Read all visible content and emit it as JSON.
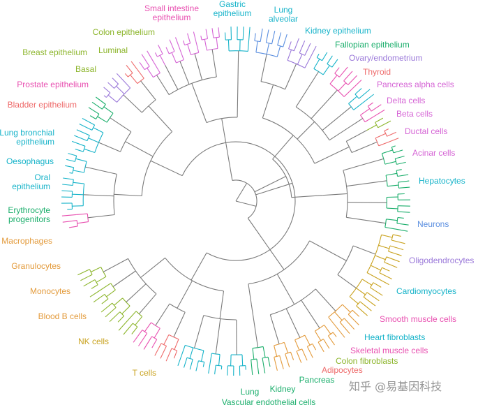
{
  "diagram": {
    "tree_color": "#7a7a7a",
    "clades": [
      {
        "id": "small-intestine",
        "lines": [
          "Small intestine",
          "epithelium"
        ],
        "color": "#e84fb0",
        "leaves": 3,
        "anchor": "middle"
      },
      {
        "id": "gastric",
        "lines": [
          "Gastric",
          "epithelium"
        ],
        "color": "#16b3c9",
        "leaves": 6,
        "anchor": "middle"
      },
      {
        "id": "lung-alveolar",
        "lines": [
          "Lung",
          "alveolar"
        ],
        "color": "#16b3c9",
        "leaves": 4,
        "anchor": "middle"
      },
      {
        "id": "kidney-epithelium",
        "lines": [
          "Kidney epithelium"
        ],
        "color": "#16b3c9",
        "leaves": 6,
        "anchor": "start"
      },
      {
        "id": "fallopian",
        "lines": [
          "Fallopian epithelium"
        ],
        "color": "#1aae6b",
        "leaves": 4,
        "anchor": "start"
      },
      {
        "id": "ovary",
        "lines": [
          "Ovary/endometrium"
        ],
        "color": "#9a78d9",
        "leaves": 5,
        "anchor": "start"
      },
      {
        "id": "thyroid",
        "lines": [
          "Thyroid"
        ],
        "color": "#ee6a6a",
        "leaves": 3,
        "anchor": "start"
      },
      {
        "id": "pancreas-alpha",
        "lines": [
          "Pancreas alpha cells"
        ],
        "color": "#d564d5",
        "leaves": 3,
        "anchor": "start"
      },
      {
        "id": "delta",
        "lines": [
          "Delta cells"
        ],
        "color": "#d564d5",
        "leaves": 2,
        "anchor": "start"
      },
      {
        "id": "beta",
        "lines": [
          "Beta cells"
        ],
        "color": "#d564d5",
        "leaves": 3,
        "anchor": "start"
      },
      {
        "id": "ductal",
        "lines": [
          "Ductal cells"
        ],
        "color": "#d564d5",
        "leaves": 3,
        "anchor": "start"
      },
      {
        "id": "acinar",
        "lines": [
          "Acinar cells"
        ],
        "color": "#d564d5",
        "leaves": 4,
        "anchor": "start"
      },
      {
        "id": "hepatocytes",
        "lines": [
          "Hepatocytes"
        ],
        "color": "#16b3c9",
        "leaves": 5,
        "anchor": "start"
      },
      {
        "id": "neurons",
        "lines": [
          "Neurons"
        ],
        "color": "#5b8fe0",
        "leaves": 6,
        "anchor": "start"
      },
      {
        "id": "oligodendrocytes",
        "lines": [
          "Oligodendrocytes"
        ],
        "color": "#9a78d9",
        "leaves": 5,
        "anchor": "start"
      },
      {
        "id": "cardiomyocytes",
        "lines": [
          "Cardiomyocytes"
        ],
        "color": "#16b3c9",
        "leaves": 4,
        "anchor": "start"
      },
      {
        "id": "smooth-muscle",
        "lines": [
          "Smooth muscle cells"
        ],
        "color": "#e84fb0",
        "leaves": 5,
        "anchor": "start"
      },
      {
        "id": "heart-fibroblasts",
        "lines": [
          "Heart fibroblasts"
        ],
        "color": "#16b3c9",
        "leaves": 3,
        "anchor": "start"
      },
      {
        "id": "skeletal-muscle",
        "lines": [
          "Skeletal muscle cells"
        ],
        "color": "#e84fb0",
        "leaves": 3,
        "anchor": "start"
      },
      {
        "id": "colon-fibroblasts",
        "lines": [
          "Colon fibroblasts"
        ],
        "color": "#8cb52b",
        "leaves": 2,
        "anchor": "start"
      },
      {
        "id": "adipocytes",
        "lines": [
          "Adipocytes"
        ],
        "color": "#ee6a6a",
        "leaves": 3,
        "anchor": "start"
      },
      {
        "id": "pancreas",
        "lines": [
          "Pancreas"
        ],
        "color": "#1aae6b",
        "leaves": 4,
        "anchor": "middle"
      },
      {
        "id": "kidney",
        "lines": [
          "Kidney"
        ],
        "color": "#1aae6b",
        "leaves": 4,
        "anchor": "middle"
      },
      {
        "id": "lung",
        "lines": [
          "Lung"
        ],
        "color": "#1aae6b",
        "leaves": 4,
        "anchor": "middle"
      },
      {
        "id": "vascular",
        "lines": [
          "Vascular endothelial cells"
        ],
        "color": "#1aae6b",
        "leaves": 3,
        "anchor": "middle"
      },
      {
        "id": "t-cells",
        "lines": [
          "T cells"
        ],
        "color": "#c9a21e",
        "leaves": 9,
        "anchor": "end"
      },
      {
        "id": "nk-cells",
        "lines": [
          "NK cells"
        ],
        "color": "#c9a21e",
        "leaves": 6,
        "anchor": "end"
      },
      {
        "id": "blood-b",
        "lines": [
          "Blood B cells"
        ],
        "color": "#e39a3a",
        "leaves": 5,
        "anchor": "end"
      },
      {
        "id": "monocytes",
        "lines": [
          "Monocytes"
        ],
        "color": "#e39a3a",
        "leaves": 4,
        "anchor": "end"
      },
      {
        "id": "granulocytes",
        "lines": [
          "Granulocytes"
        ],
        "color": "#e39a3a",
        "leaves": 4,
        "anchor": "end"
      },
      {
        "id": "macrophages",
        "lines": [
          "Macrophages"
        ],
        "color": "#e39a3a",
        "leaves": 4,
        "anchor": "end"
      },
      {
        "id": "erythrocyte",
        "lines": [
          "Erythrocyte",
          "progenitors"
        ],
        "color": "#1aae6b",
        "leaves": 4,
        "anchor": "end"
      },
      {
        "id": "oral",
        "lines": [
          "Oral",
          "epithelium"
        ],
        "color": "#16b3c9",
        "leaves": 4,
        "anchor": "end"
      },
      {
        "id": "oesophagus",
        "lines": [
          "Oesophagus"
        ],
        "color": "#16b3c9",
        "leaves": 3,
        "anchor": "end"
      },
      {
        "id": "lung-bronchial",
        "lines": [
          "Lung bronchial",
          "epithelium"
        ],
        "color": "#16b3c9",
        "leaves": 5,
        "anchor": "end"
      },
      {
        "id": "bladder",
        "lines": [
          "Bladder epithelium"
        ],
        "color": "#ee6a6a",
        "leaves": 4,
        "anchor": "end"
      },
      {
        "id": "prostate",
        "lines": [
          "Prostate epithelium"
        ],
        "color": "#e84fb0",
        "leaves": 4,
        "anchor": "end"
      },
      {
        "id": "basal",
        "lines": [
          "Basal"
        ],
        "color": "#8cb52b",
        "leaves": 3,
        "anchor": "end"
      },
      {
        "id": "breast",
        "lines": [
          "Breast epithelium"
        ],
        "color": "#8cb52b",
        "leaves": 4,
        "anchor": "end"
      },
      {
        "id": "luminal",
        "lines": [
          "Luminal"
        ],
        "color": "#8cb52b",
        "leaves": 3,
        "anchor": "end"
      },
      {
        "id": "colon-epithelium",
        "lines": [
          "Colon epithelium"
        ],
        "color": "#8cb52b",
        "leaves": 4,
        "anchor": "end"
      }
    ]
  },
  "watermark": "知乎 @易基因科技"
}
